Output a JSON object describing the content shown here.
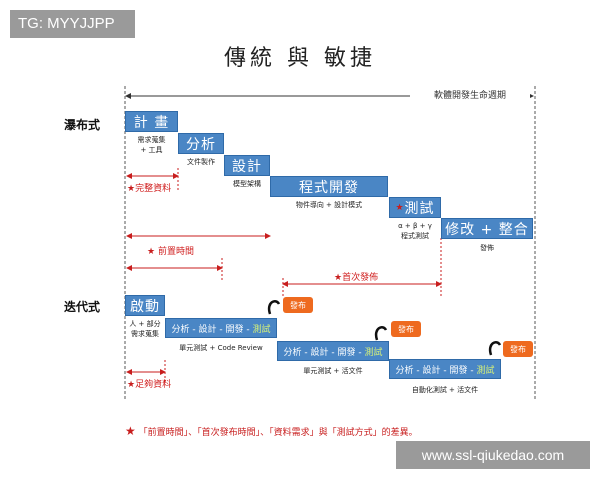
{
  "watermarks": {
    "top": "TG: MYYJJPP",
    "bottom": "www.ssl-qiukedao.com"
  },
  "title": "傳統 與 敏捷",
  "lifecycle_label": "軟體開發生命週期",
  "waterfall": {
    "label": "瀑布式",
    "phases": [
      {
        "name": "計 畫",
        "sub": [
          "需求蒐集",
          "+ 工具"
        ]
      },
      {
        "name": "分析",
        "sub": [
          "文件製作"
        ]
      },
      {
        "name": "設計",
        "sub": [
          "模型架構"
        ]
      },
      {
        "name": "程式開發",
        "sub": [
          "物件導向 + 設計模式"
        ]
      },
      {
        "name": "測試",
        "sub": [
          "α + β + γ",
          "程式測試"
        ]
      },
      {
        "name": "修改 + 整合",
        "sub": [
          "發佈"
        ]
      }
    ],
    "complete_data": "完整資料",
    "lead_time": "前置時間",
    "first_release": "首次發佈"
  },
  "iterative": {
    "label": "迭代式",
    "start": {
      "name": "啟動",
      "sub": [
        "人 + 部分",
        "需求蒐集"
      ]
    },
    "iteration_text": "分析 - 設計 - 開發 -",
    "iteration_test": "測試",
    "iterations_sub": [
      "單元測試 + Code Review",
      "單元測試 + 活文件",
      "自動化測試 + 活文件"
    ],
    "release": "發布",
    "enough_data": "足夠資料"
  },
  "footer": "「前置時間」、「首次發布時間」、「資料需求」與「測試方式」的差異。",
  "colors": {
    "box": "#4a86c5",
    "accent_red": "#c81e1e",
    "release": "#ee6a1f",
    "test_green": "#d5f07a"
  }
}
